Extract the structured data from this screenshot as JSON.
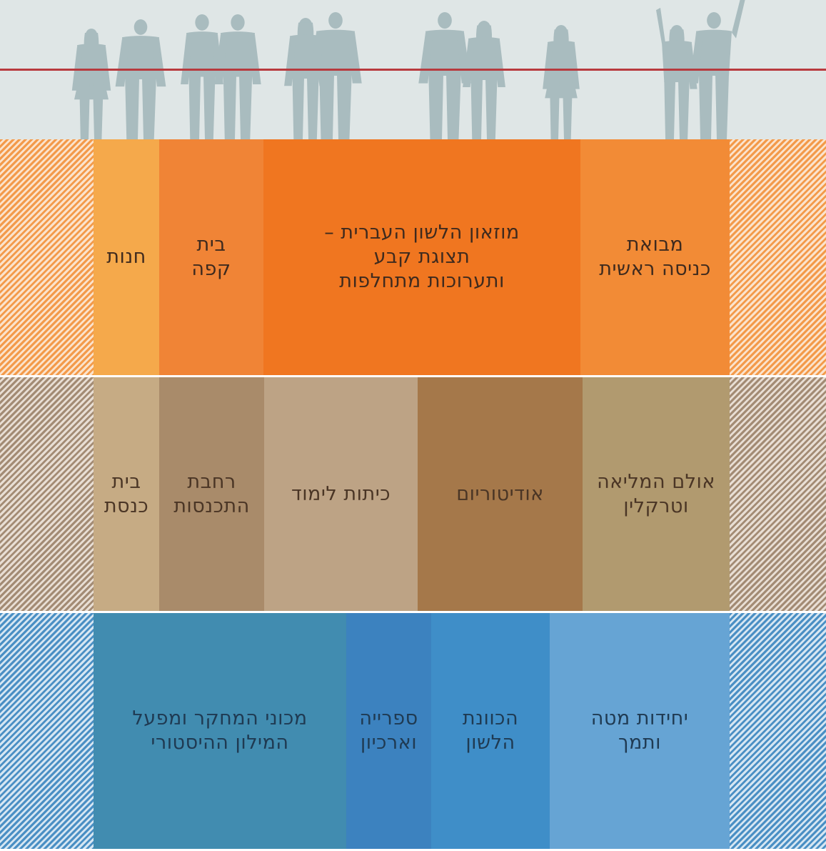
{
  "colors": {
    "sky": "#dfe6e6",
    "silhouette": "#a9bcbf",
    "line": "#b83a3e",
    "divider": "#ffffff"
  },
  "silhouette_icon": "people-silhouettes",
  "floors": {
    "top": {
      "rooms": [
        {
          "name": "mavoat",
          "label": "מבואת\nכניסה ראשית",
          "color": "#f28b36"
        },
        {
          "name": "museum",
          "label": "מוזאון הלשון העברית –\nתצוגת קבע\nותערוכות מתחלפות",
          "color": "#f07620"
        },
        {
          "name": "cafe",
          "label": "בית\nקפה",
          "color": "#f08436"
        },
        {
          "name": "shop",
          "label": "חנות",
          "color": "#f5a94b"
        }
      ]
    },
    "middle": {
      "rooms": [
        {
          "name": "plenary-hall",
          "label": "אולם המליאה\nוטרקלין",
          "color": "#b19a6f"
        },
        {
          "name": "auditorium",
          "label": "אודיטוריום",
          "color": "#a5784a"
        },
        {
          "name": "classrooms",
          "label": "כיתות לימוד",
          "color": "#bda385"
        },
        {
          "name": "assembly-square",
          "label": "רחבת\nהתכנסות",
          "color": "#a98b6a"
        },
        {
          "name": "synagogue",
          "label": "בית\nכנסת",
          "color": "#c6ab84"
        }
      ]
    },
    "bottom": {
      "rooms": [
        {
          "name": "staff-units",
          "label": "יחידות מטה\nותמך",
          "color": "#66a4d4"
        },
        {
          "name": "language-orientation",
          "label": "הכוונת\nהלשון",
          "color": "#3f8ec8"
        },
        {
          "name": "library-archive",
          "label": "ספרייה\nוארכיון",
          "color": "#3c82bf"
        },
        {
          "name": "research-institutes",
          "label": "מכוני המחקר ומפעל\nהמילון ההיסטורי",
          "color": "#418cb0"
        }
      ]
    }
  }
}
